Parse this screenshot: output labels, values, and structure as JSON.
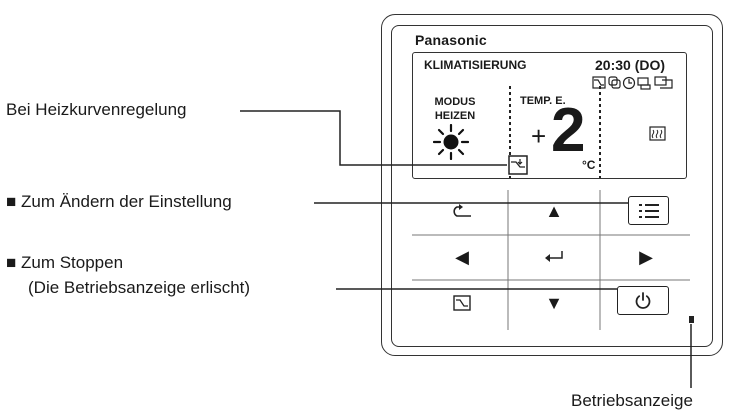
{
  "callouts": {
    "heating_curve": "Bei Heizkurvenregelung",
    "change_setting": "■ Zum Ändern der Einstellung",
    "stop_line1": "■ Zum Stoppen",
    "stop_line2": "(Die Betriebsanzeige erlischt)",
    "status_lamp": "Betriebsanzeige"
  },
  "device": {
    "brand": "Panasonic",
    "screen": {
      "title": "KLIMATISIERUNG",
      "clock": "20:30 (DO)",
      "mode_label": "MODUS",
      "mode_value": "HEIZEN",
      "temp_label": "TEMP. E.",
      "temp_sign": "+",
      "temp_value": "2",
      "temp_unit": "°C"
    },
    "status_icons": [
      "heat-curve-icon",
      "copy-icon",
      "timer-icon",
      "lock-icon",
      "network-icon"
    ],
    "buttons": {
      "back": "↶",
      "up": "▲",
      "menu": "menu-icon",
      "left": "◀",
      "enter": "↵",
      "right": "▶",
      "heat_curve": "heat-curve-icon",
      "down": "▼",
      "power": "power-icon"
    }
  },
  "colors": {
    "ink": "#1a1a1a",
    "background": "#ffffff"
  }
}
